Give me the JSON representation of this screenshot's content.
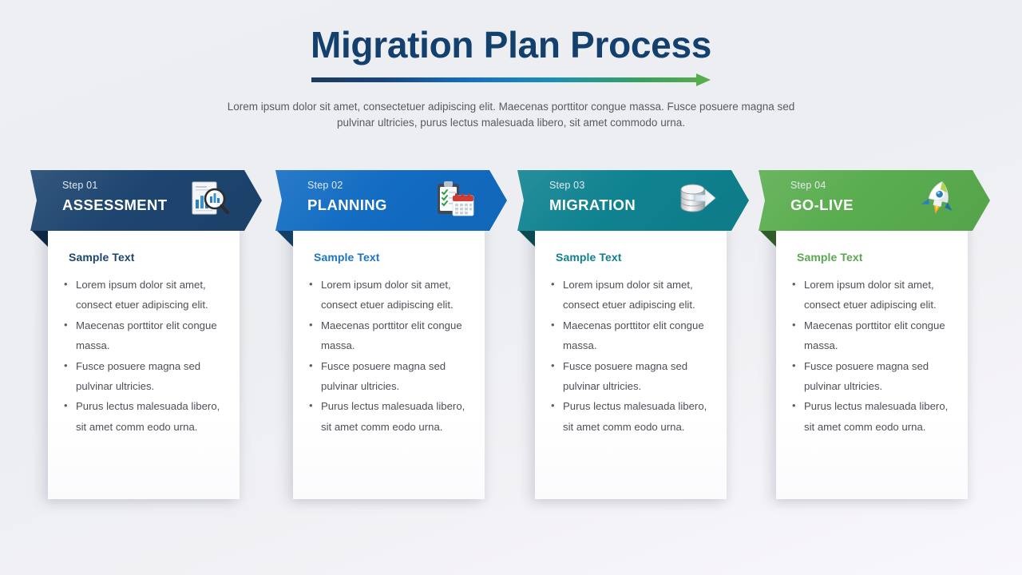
{
  "header": {
    "title": "Migration Plan Process",
    "arrow_icon": "gradient-right-arrow-icon",
    "subtitle": "Lorem ipsum dolor sit amet, consectetuer adipiscing elit. Maecenas porttitor congue massa. Fusce posuere magna sed pulvinar ultricies, purus lectus malesuada libero, sit amet commodo urna.",
    "colors": {
      "title": "#14406e",
      "arrow_start": "#1b3a5e",
      "arrow_end": "#57ac4d"
    }
  },
  "steps": [
    {
      "step_label": "Step 01",
      "name": "ASSESSMENT",
      "icon": "document-chart-magnifier-icon",
      "color": "#1d456f",
      "card_title": "Sample Text",
      "bullets": [
        "Lorem ipsum dolor sit amet, consect etuer adipiscing elit.",
        "Maecenas porttitor elit congue massa.",
        "Fusce posuere magna sed pulvinar ultricies.",
        "Purus lectus malesuada libero, sit amet comm eodo urna."
      ]
    },
    {
      "step_label": "Step 02",
      "name": "PLANNING",
      "icon": "clipboard-calendar-icon",
      "color": "#126cc2",
      "card_title": "Sample Text",
      "bullets": [
        "Lorem ipsum dolor sit amet, consect etuer adipiscing elit.",
        "Maecenas porttitor elit congue massa.",
        "Fusce posuere magna sed pulvinar ultricies.",
        "Purus lectus malesuada libero, sit amet comm eodo urna."
      ]
    },
    {
      "step_label": "Step 03",
      "name": "MIGRATION",
      "icon": "database-arrow-icon",
      "color": "#0f8290",
      "card_title": "Sample Text",
      "bullets": [
        "Lorem ipsum dolor sit amet, consect etuer adipiscing elit.",
        "Maecenas porttitor elit congue massa.",
        "Fusce posuere magna sed pulvinar ultricies.",
        "Purus lectus malesuada libero, sit amet comm eodo urna."
      ]
    },
    {
      "step_label": "Step 04",
      "name": "GO-LIVE",
      "icon": "rocket-icon",
      "color": "#5aad4f",
      "card_title": "Sample Text",
      "bullets": [
        "Lorem ipsum dolor sit amet, consect etuer adipiscing elit.",
        "Maecenas porttitor elit congue massa.",
        "Fusce posuere magna sed pulvinar ultricies.",
        "Purus lectus malesuada libero, sit amet comm eodo urna."
      ]
    }
  ]
}
